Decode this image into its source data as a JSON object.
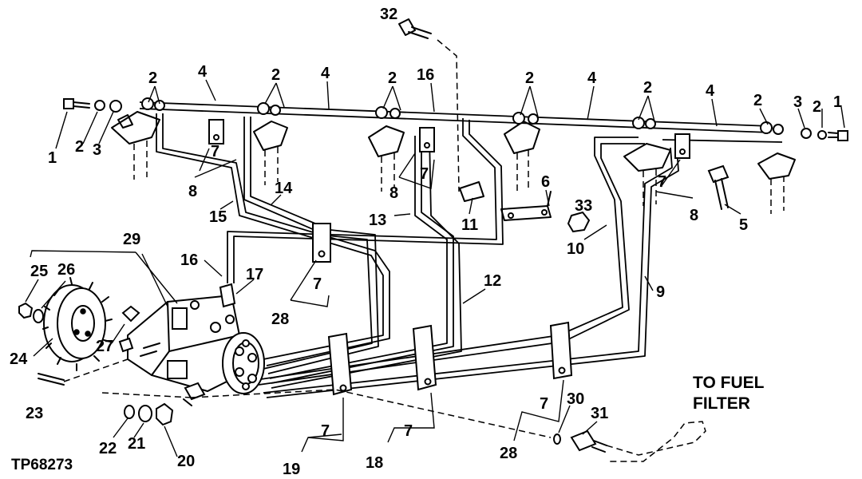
{
  "figure_id": "TP68273",
  "note": {
    "line1": "TO FUEL",
    "line2": "FILTER"
  },
  "callouts": [
    {
      "id": "c32",
      "text": "32"
    },
    {
      "id": "c2a",
      "text": "2"
    },
    {
      "id": "c4a",
      "text": "4"
    },
    {
      "id": "c2b",
      "text": "2"
    },
    {
      "id": "c4b",
      "text": "4"
    },
    {
      "id": "c2c",
      "text": "2"
    },
    {
      "id": "c16a",
      "text": "16"
    },
    {
      "id": "c2d",
      "text": "2"
    },
    {
      "id": "c4c",
      "text": "4"
    },
    {
      "id": "c2e",
      "text": "2"
    },
    {
      "id": "c4d",
      "text": "4"
    },
    {
      "id": "c2f",
      "text": "2"
    },
    {
      "id": "c3a",
      "text": "3"
    },
    {
      "id": "c2g",
      "text": "2"
    },
    {
      "id": "c1a",
      "text": "1"
    },
    {
      "id": "c1b",
      "text": "1"
    },
    {
      "id": "c2h",
      "text": "2"
    },
    {
      "id": "c3b",
      "text": "3"
    },
    {
      "id": "c7a",
      "text": "7"
    },
    {
      "id": "c8a",
      "text": "8"
    },
    {
      "id": "c7b",
      "text": "7"
    },
    {
      "id": "c8b",
      "text": "8"
    },
    {
      "id": "c6",
      "text": "6"
    },
    {
      "id": "c33",
      "text": "33"
    },
    {
      "id": "c7c",
      "text": "7"
    },
    {
      "id": "c8c",
      "text": "8"
    },
    {
      "id": "c5",
      "text": "5"
    },
    {
      "id": "c14",
      "text": "14"
    },
    {
      "id": "c15",
      "text": "15"
    },
    {
      "id": "c13",
      "text": "13"
    },
    {
      "id": "c11",
      "text": "11"
    },
    {
      "id": "c10",
      "text": "10"
    },
    {
      "id": "c29",
      "text": "29"
    },
    {
      "id": "c16b",
      "text": "16"
    },
    {
      "id": "c17",
      "text": "17"
    },
    {
      "id": "c7d",
      "text": "7"
    },
    {
      "id": "c28a",
      "text": "28"
    },
    {
      "id": "c12",
      "text": "12"
    },
    {
      "id": "c9",
      "text": "9"
    },
    {
      "id": "c25",
      "text": "25"
    },
    {
      "id": "c26",
      "text": "26"
    },
    {
      "id": "c24",
      "text": "24"
    },
    {
      "id": "c27",
      "text": "27"
    },
    {
      "id": "c23",
      "text": "23"
    },
    {
      "id": "c22",
      "text": "22"
    },
    {
      "id": "c21",
      "text": "21"
    },
    {
      "id": "c20",
      "text": "20"
    },
    {
      "id": "c7e",
      "text": "7"
    },
    {
      "id": "c19",
      "text": "19"
    },
    {
      "id": "c7f",
      "text": "7"
    },
    {
      "id": "c18",
      "text": "18"
    },
    {
      "id": "c7g",
      "text": "7"
    },
    {
      "id": "c28b",
      "text": "28"
    },
    {
      "id": "c30",
      "text": "30"
    },
    {
      "id": "c31",
      "text": "31"
    }
  ]
}
